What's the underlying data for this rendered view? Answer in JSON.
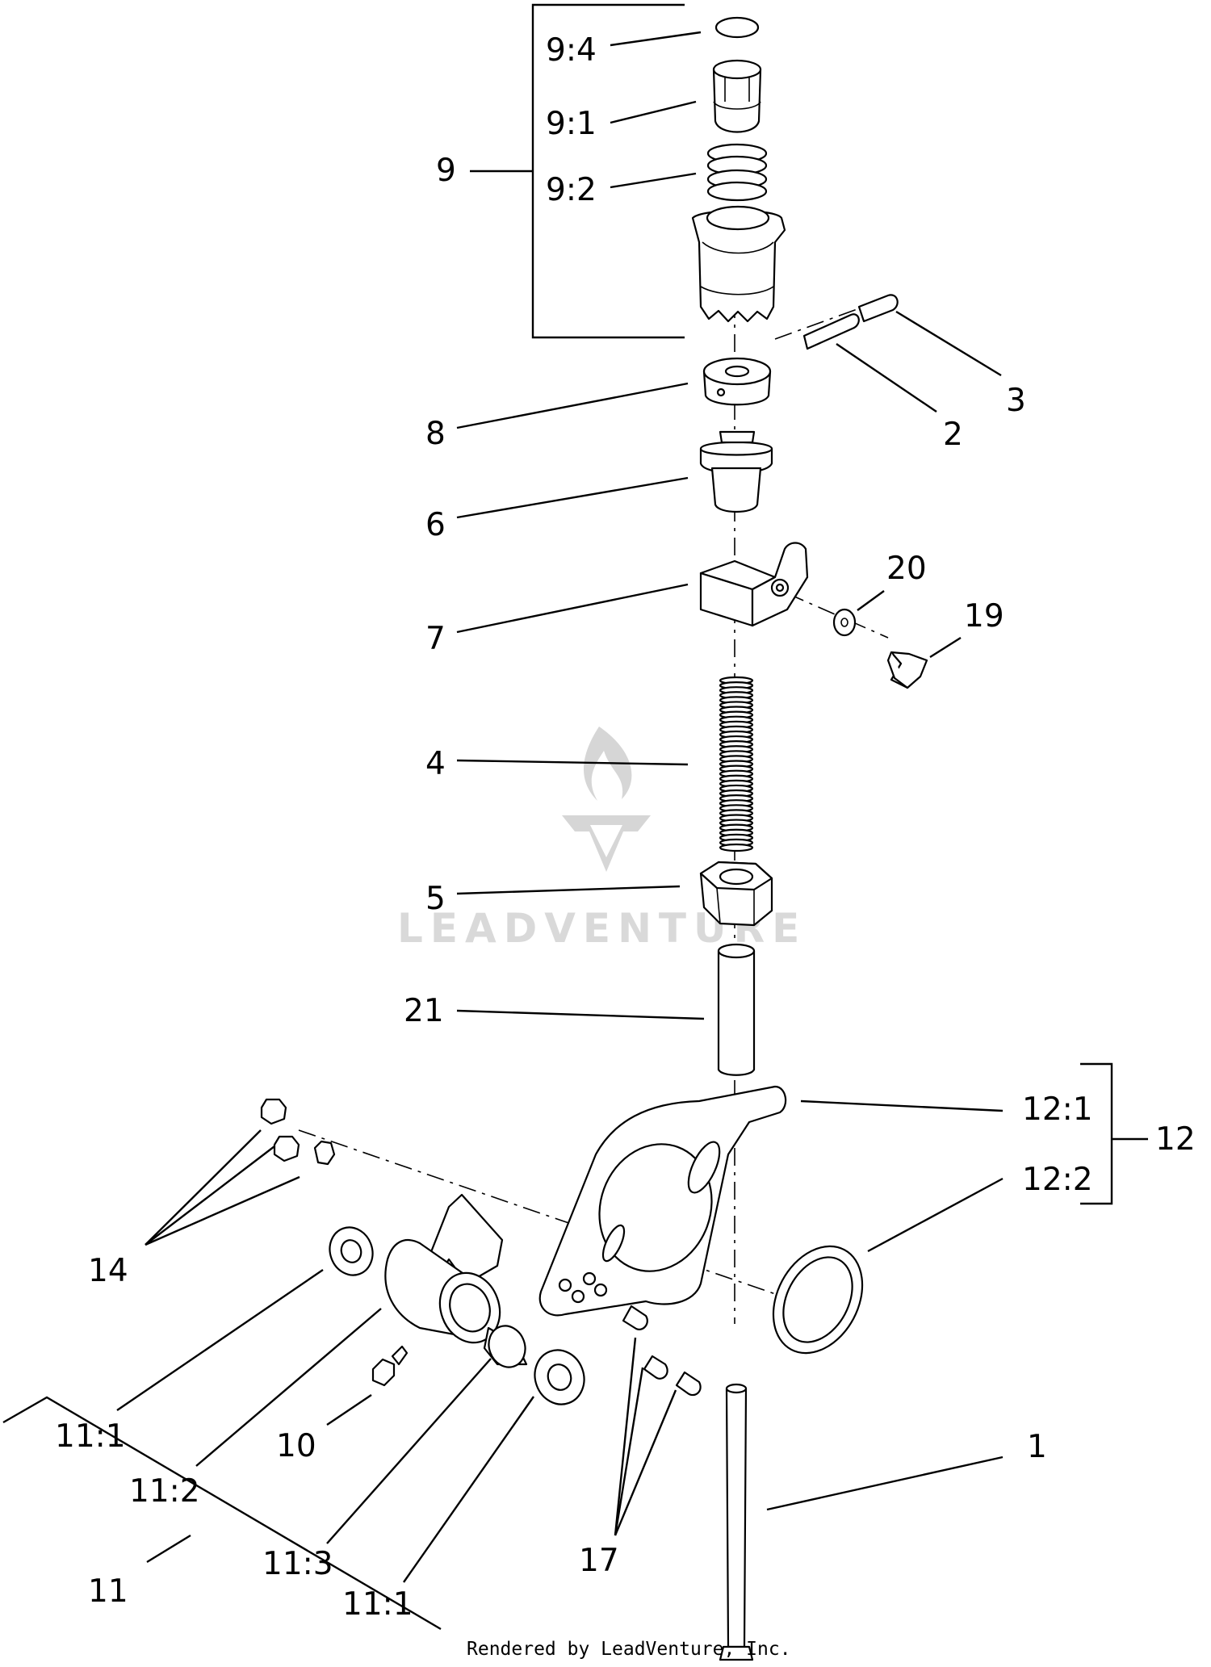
{
  "callouts": {
    "c9_4": "9:4",
    "c9_1": "9:1",
    "c9": "9",
    "c9_2": "9:2",
    "c3": "3",
    "c8": "8",
    "c2": "2",
    "c6": "6",
    "c20": "20",
    "c7": "7",
    "c19": "19",
    "c4": "4",
    "c5": "5",
    "c21": "21",
    "c12_1": "12:1",
    "c12": "12",
    "c12_2": "12:2",
    "c14": "14",
    "c11_1a": "11:1",
    "c11_2": "11:2",
    "c10": "10",
    "c11_3": "11:3",
    "c11": "11",
    "c11_1b": "11:1",
    "c17": "17",
    "c1": "1"
  },
  "watermark": {
    "text": "LEADVENTURE"
  },
  "footer": {
    "text": "Rendered by LeadVenture, Inc."
  }
}
